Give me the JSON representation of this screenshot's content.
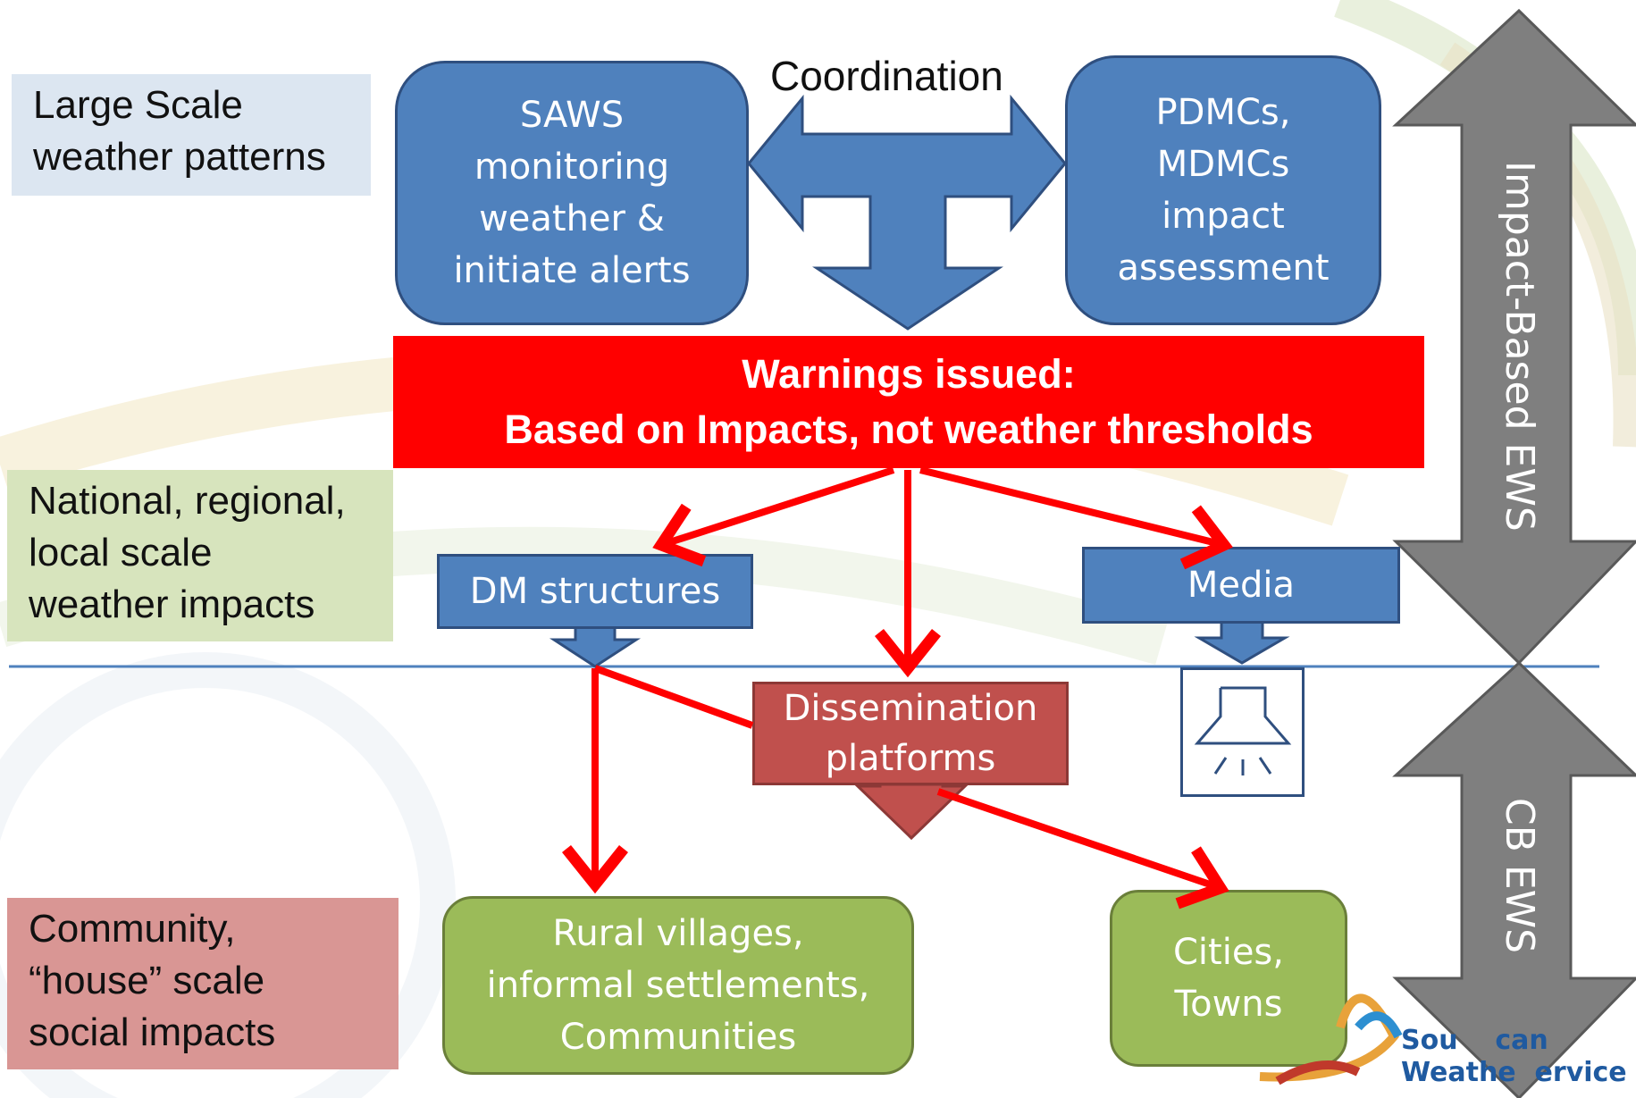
{
  "labels": {
    "large_scale": "Large Scale\nweather patterns",
    "national": "National, regional,\nlocal scale\nweather impacts",
    "community": "Community,\n“house” scale\nsocial impacts"
  },
  "boxes": {
    "saws": "SAWS\nmonitoring\nweather &\ninitiate alerts",
    "pdmc": "PDMCs,\nMDMCs\nimpact\nassessment",
    "coordination": "Coordination",
    "warnings_line1": "Warnings issued:",
    "warnings_line2": "Based on Impacts, not weather thresholds",
    "dm_structures": "DM structures",
    "media": "Media",
    "dissemination": "Dissemination\nplatforms",
    "rural": "Rural villages,\ninformal settlements,\nCommunities",
    "cities": "Cities,\nTowns"
  },
  "side_arrows": {
    "impact_based": "Impact-Based EWS",
    "cb": "CB EWS"
  },
  "logo": {
    "line1": "South African",
    "line2": "Weather Service",
    "visible_line1": "Sou    can",
    "visible_line2": "Weathe  ervice"
  },
  "colors": {
    "blue_box": "#4f81bd",
    "green_box": "#9bbb59",
    "dissemination_box": "#c0504d",
    "warning_banner": "#ff0000",
    "red_arrow": "#ff0000",
    "side_arrow": "#7f7f7f",
    "label_large_scale_bg": "#dce6f1",
    "label_national_bg": "#d7e4bd",
    "label_community_bg": "#d99694"
  }
}
